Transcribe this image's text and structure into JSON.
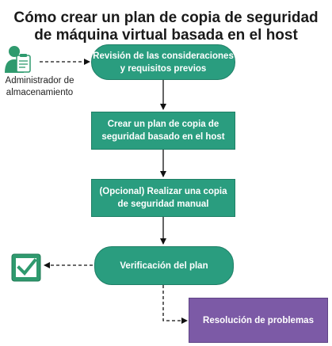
{
  "title_line1": "Cómo crear un plan de copia de seguridad",
  "title_line2": "de máquina virtual basada en el host",
  "actor": {
    "label_line1": "Administrador de",
    "label_line2": "almacenamiento"
  },
  "steps": [
    {
      "line1": "Revisión de las consideraciones",
      "line2": "y requisitos previos"
    },
    {
      "line1": "Crear un plan de copia de",
      "line2": "seguridad basado en el host"
    },
    {
      "line1": "(Opcional) Realizar una copia",
      "line2": "de seguridad manual"
    },
    {
      "line1": "Verificación del plan",
      "line2": ""
    },
    {
      "line1": "Resolución de problemas",
      "line2": ""
    }
  ],
  "colors": {
    "teal": "#2a9d7f",
    "purple": "#7c5aa6",
    "icon_green": "#2f9a6e"
  },
  "icons": [
    "storage-admin-icon",
    "verified-check-icon"
  ]
}
